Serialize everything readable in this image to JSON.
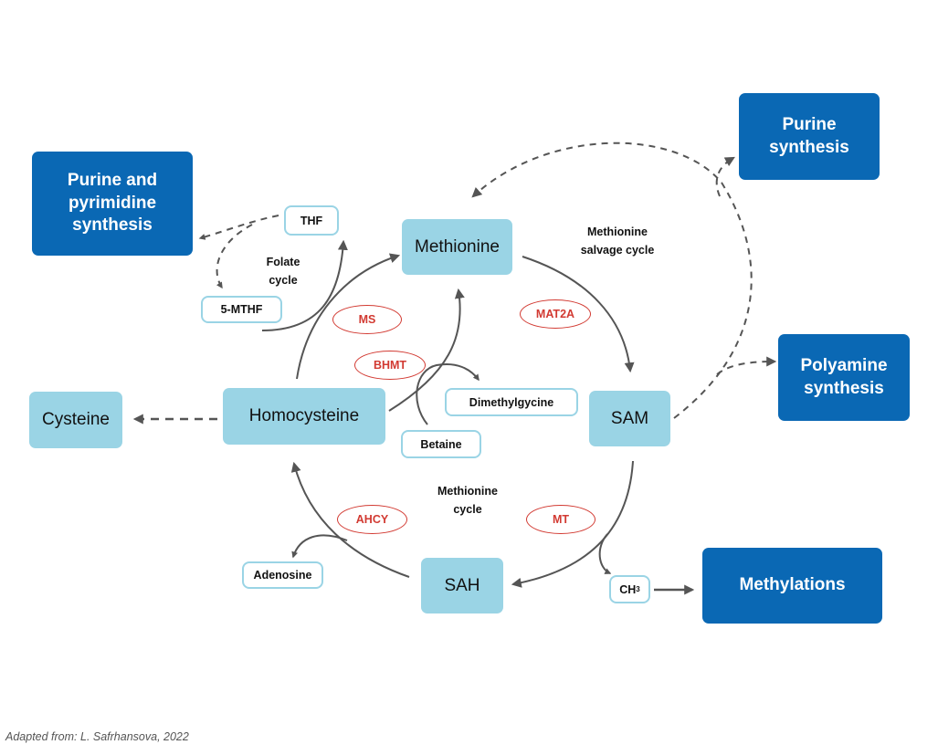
{
  "nodes": {
    "purine_pyrimidine": "Purine and\npyrimidine\nsynthesis",
    "purine": "Purine\nsynthesis",
    "polyamine": "Polyamine\nsynthesis",
    "methylations": "Methylations",
    "methionine": "Methionine",
    "homocysteine": "Homocysteine",
    "cysteine": "Cysteine",
    "sam": "SAM",
    "sah": "SAH",
    "thf": "THF",
    "mthf": "5-MTHF",
    "dimethylglycine": "Dimethylgycine",
    "betaine": "Betaine",
    "adenosine": "Adenosine",
    "ch3_base": "CH",
    "ch3_sub": "3"
  },
  "enzymes": {
    "ms": "MS",
    "bhmt": "BHMT",
    "mat2a": "MAT2A",
    "ahcy": "AHCY",
    "mt": "MT"
  },
  "labels": {
    "folate_cycle": "Folate\ncycle",
    "salvage_cycle": "Methionine\nsalvage cycle",
    "methionine_cycle": "Methionine\ncycle"
  },
  "credit": "Adapted from: L. Safrhansova, 2022",
  "colors": {
    "dark_box": "#0a68b4",
    "light_box": "#9ad4e5",
    "enzyme": "#d23a32",
    "arrow": "#555555"
  }
}
